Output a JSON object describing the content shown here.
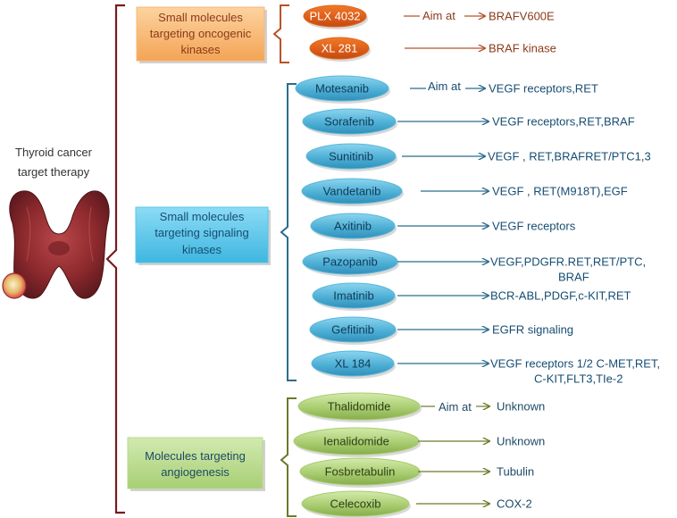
{
  "root": {
    "title_line1": "Thyroid cancer",
    "title_line2": "target therapy",
    "image_icon": "thyroid-gland-illustration"
  },
  "aim_label": "Aim at",
  "groups": [
    {
      "id": "oncogenic",
      "title": [
        "Small molecules",
        "targeting oncogenic",
        "kinases"
      ],
      "box_color": "#f6b873",
      "text_color": "#8b3a1a",
      "line_color": "#b5532a",
      "drug_color": "#e2661a",
      "drugs": [
        {
          "name": "PLX 4032",
          "target": [
            "BRAFV600E"
          ],
          "aim": true
        },
        {
          "name": "XL 281",
          "target": [
            "BRAF kinase"
          ],
          "aim": false
        }
      ]
    },
    {
      "id": "signaling",
      "title": [
        "Small molecules",
        "targeting signaling",
        "kinases"
      ],
      "box_color": "#57c4e6",
      "text_color": "#164d72",
      "line_color": "#2b6c8e",
      "drug_color": "#5ab8d8",
      "drugs": [
        {
          "name": "Motesanib",
          "target": [
            "VEGF receptors,RET"
          ],
          "aim": true
        },
        {
          "name": "Sorafenib",
          "target": [
            "VEGF receptors,RET,BRAF"
          ],
          "aim": false
        },
        {
          "name": "Sunitinib",
          "target": [
            "VEGF , RET,BRAFRET/PTC1,3"
          ],
          "aim": false
        },
        {
          "name": "Vandetanib",
          "target": [
            "VEGF , RET(M918T),EGF"
          ],
          "aim": false
        },
        {
          "name": "Axitinib",
          "target": [
            "VEGF receptors"
          ],
          "aim": false
        },
        {
          "name": "Pazopanib",
          "target": [
            "VEGF,PDGFR.RET,RET/PTC,",
            "BRAF"
          ],
          "aim": false
        },
        {
          "name": "Imatinib",
          "target": [
            "BCR-ABL,PDGF,c-KIT,RET"
          ],
          "aim": false
        },
        {
          "name": "Gefitinib",
          "target": [
            "EGFR signaling"
          ],
          "aim": false
        },
        {
          "name": "XL 184",
          "target": [
            "VEGF receptors 1/2 C-MET,RET,",
            "C-KIT,FLT3,TIe-2"
          ],
          "aim": false
        }
      ]
    },
    {
      "id": "angiogenesis",
      "title": [
        "Molecules targeting",
        "angiogenesis"
      ],
      "box_color": "#b7d98a",
      "text_color": "#1d4a66",
      "line_color": "#6b7a2a",
      "drug_color": "#a8cc6e",
      "drugs": [
        {
          "name": "Thalidomide",
          "target": [
            "Unknown"
          ],
          "aim": true
        },
        {
          "name": "Ienalidomide",
          "target": [
            "Unknown"
          ],
          "aim": false
        },
        {
          "name": "Fosbretabulin",
          "target": [
            "Tubulin"
          ],
          "aim": false
        },
        {
          "name": "Celecoxib",
          "target": [
            "COX-2"
          ],
          "aim": false
        }
      ]
    }
  ],
  "colors": {
    "main_bracket": "#7a1a1a",
    "signaling_target_text": "#1c4f74",
    "signaling_drug_text": "#123a56"
  }
}
